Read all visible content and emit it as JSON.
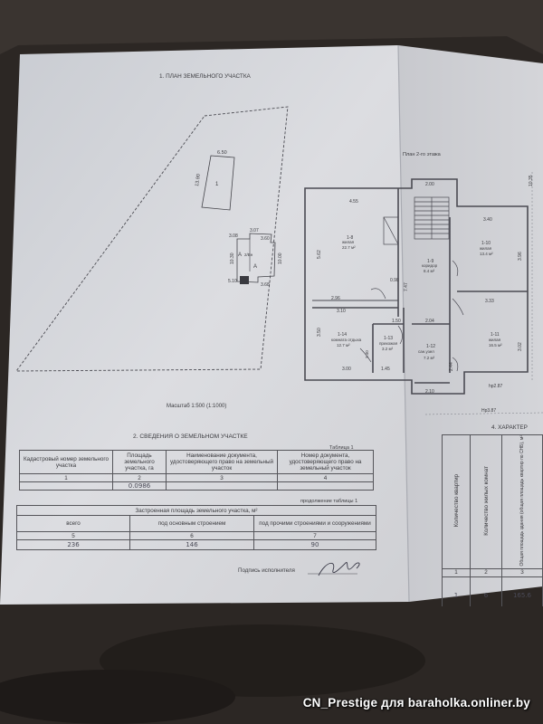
{
  "plan_land": {
    "title": "1. ПЛАН ЗЕМЕЛЬНОГО УЧАСТКА",
    "scale": "Масштаб 1:500 (1:1000)",
    "dims": {
      "shed_top": "6.50",
      "shed_side": "13.90",
      "shed_label": "1",
      "house_w1": "3.08",
      "house_w2": "3.07",
      "house_w3": "3.60",
      "house_left": "10.30",
      "house_right": "10.00",
      "house_b1": "5.10",
      "house_b2": "3.68",
      "house_label_a": "А",
      "house_label_frac": "2/Вн",
      "house_label_a2": "А"
    }
  },
  "floor2": {
    "title": "План 2-го этажа",
    "rooms": [
      {
        "id": "1-8",
        "name": "жилая",
        "area": "22.7 м²"
      },
      {
        "id": "1-9",
        "name": "коридор",
        "area": "8.4 м²"
      },
      {
        "id": "1-10",
        "name": "жилая",
        "area": "13.4 м²"
      },
      {
        "id": "1-11",
        "name": "жилая",
        "area": "16.5 м²"
      },
      {
        "id": "1-12",
        "name": "сан.узел",
        "area": "7.2 м²"
      },
      {
        "id": "1-13",
        "name": "прихожая",
        "area": "3.2 м²"
      },
      {
        "id": "1-14",
        "name": "комната отдыха",
        "area": "12.7 м²"
      }
    ],
    "dims": {
      "d455": "4.55",
      "d200": "2.00",
      "d340": "3.40",
      "d562": "5.62",
      "d396": "3.96",
      "d296": "2.96",
      "d310": "3.10",
      "d098": "0.98",
      "d747": "7.47",
      "d204": "2.04",
      "d333": "3.33",
      "d150": "1.50",
      "d350": "3.50",
      "d302": "3.02",
      "d300": "3.00",
      "d145": "1.45",
      "d210": "2.10",
      "d244": "2.44",
      "d240": "2.40",
      "d1035": "10.35",
      "hp287": "hp2.87",
      "hp387": "Нр3.87"
    }
  },
  "section2": {
    "title": "2. СВЕДЕНИЯ  О ЗЕМЕЛЬНОМ УЧАСТКЕ",
    "table1_caption": "Таблица 1",
    "table1_headers": [
      "Кадастровый номер земельного участка",
      "Площадь земельного участка, га",
      "Наименование документа, удостоверяющего право на земельный участок",
      "Номер документа, удостоверяющего право на земельный участок"
    ],
    "table1_nums": [
      "1",
      "2",
      "3",
      "4"
    ],
    "table1_values": [
      "",
      "0.0986",
      "",
      ""
    ],
    "table2_caption": "продолжение таблицы 1",
    "table2_title": "Застроенная площадь земельного участка, м²",
    "table2_headers": [
      "всего",
      "под основным строением",
      "под прочими строениями и сооружениями"
    ],
    "table2_nums": [
      "5",
      "6",
      "7"
    ],
    "table2_values": [
      "236",
      "146",
      "90"
    ],
    "signature_label": "Подпись исполнителя"
  },
  "section4": {
    "title": "4. ХАРАКТЕР",
    "headers": [
      "Количество квартир",
      "Количество жилых комнат",
      "Общая площадь здания (общая площадь квартир по СНБ), м²"
    ],
    "nums": [
      "1",
      "2",
      "3"
    ],
    "values": [
      "1",
      "6",
      "165.6"
    ]
  },
  "watermark": "CN_Prestige для baraholka.onliner.by"
}
